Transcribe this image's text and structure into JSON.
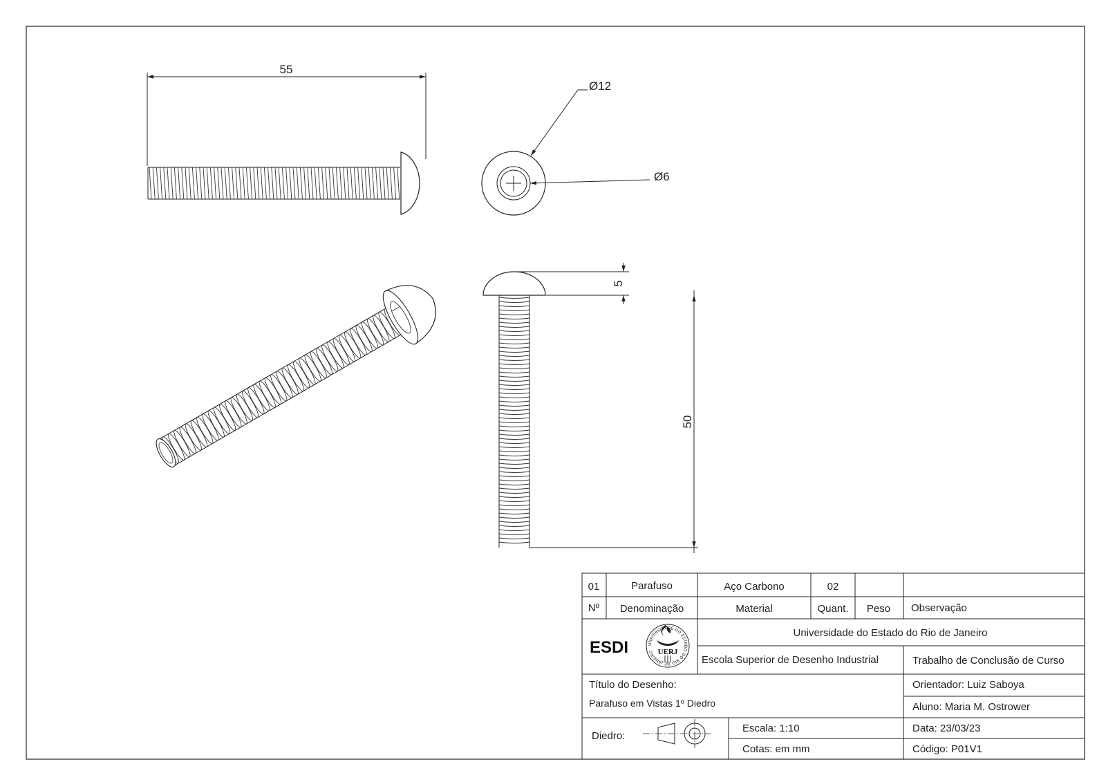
{
  "dimensions": {
    "length": "55",
    "head_diameter": "Ø12",
    "thread_diameter": "Ø6",
    "head_height": "5",
    "shank_length": "50"
  },
  "title_block": {
    "row_item": {
      "number": "01",
      "name": "Parafuso",
      "material": "Aço Carbono",
      "quantity": "02",
      "weight": "",
      "observation": ""
    },
    "headers": {
      "number": "Nº",
      "name": "Denominação",
      "material": "Material",
      "quantity": "Quant.",
      "weight": "Peso",
      "observation": "Observação"
    },
    "logo_text": "ESDI",
    "seal_text": "UERJ",
    "seal_ring_text": "UNIVERSIDADE DO ESTADO DO RIO DE JANEIRO",
    "university": "Universidade do Estado do Rio de Janeiro",
    "school": "Escola Superior de Desenho Industrial",
    "course": "Trabalho de Conclusão de Curso",
    "drawing_title_label": "Título do Desenho:",
    "drawing_title": "Parafuso em Vistas 1º Diedro",
    "advisor": "Orientador: Luiz Saboya",
    "student": "Aluno: Maria M. Ostrower",
    "dihedral_label": "Diedro:",
    "scale": "Escala:  1:10",
    "units": "Cotas: em mm",
    "date": "Data:  23/03/23",
    "code": "Código:   P01V1"
  }
}
